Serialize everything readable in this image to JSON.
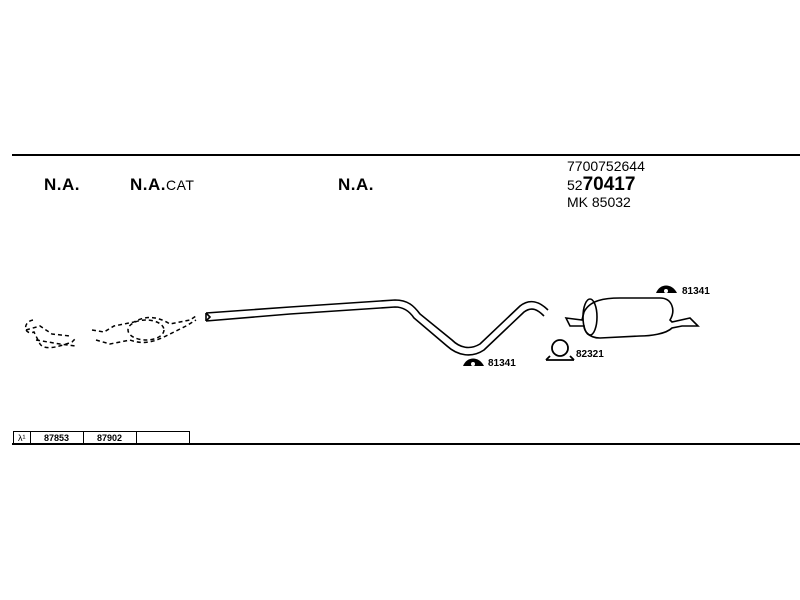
{
  "headers": {
    "na_1": "N.A.",
    "na_2": "N.A.",
    "na_2_suffix": "CAT",
    "na_3": "N.A."
  },
  "part_numbers": {
    "line1": "7700752644",
    "line2_prefix": "52",
    "line2_main": "70417",
    "line3": "MK 85032"
  },
  "callouts": {
    "hanger_rear": "81341",
    "hanger_mid": "81341",
    "clamp": "82321"
  },
  "lambda_table": {
    "symbol": "λ¹",
    "cells": [
      "87853",
      "87902",
      ""
    ]
  }
}
